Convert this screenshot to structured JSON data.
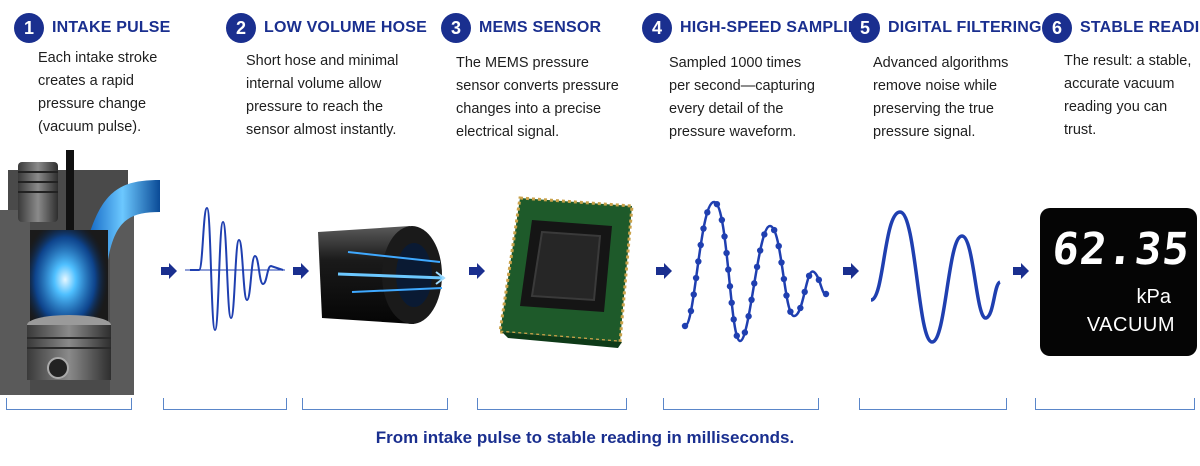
{
  "steps": [
    {
      "num": "1",
      "title": "INTAKE PULSE",
      "desc": [
        "Each intake stroke",
        "creates a rapid",
        "pressure change",
        "(vacuum pulse)."
      ]
    },
    {
      "num": "2",
      "title": "LOW VOLUME HOSE",
      "desc": [
        "Short hose and minimal",
        "internal volume allow",
        "pressure to reach the",
        "sensor almost instantly."
      ]
    },
    {
      "num": "3",
      "title": "MEMS SENSOR",
      "desc": [
        "The MEMS pressure",
        "sensor converts pressure",
        "changes into a precise",
        "electrical signal."
      ]
    },
    {
      "num": "4",
      "title": "HIGH-SPEED SAMPLING",
      "desc": [
        "Sampled 1000 times",
        "per second—capturing",
        "every detail of the",
        "pressure waveform."
      ]
    },
    {
      "num": "5",
      "title": "DIGITAL FILTERING",
      "desc": [
        "Advanced algorithms",
        "remove noise while",
        "preserving the true",
        "pressure signal."
      ]
    },
    {
      "num": "6",
      "title": "STABLE READING",
      "desc": [
        "The result: a stable,",
        "accurate vacuum",
        "reading you can",
        "trust."
      ]
    }
  ],
  "display": {
    "value": "62.35",
    "unit": "kPa",
    "mode": "VACUUM"
  },
  "footer": "From intake pulse to stable reading in milliseconds.",
  "colors": {
    "accent": "#1a2f8f",
    "wave": "#1f3fb0",
    "glow": "#3fa9ff"
  }
}
